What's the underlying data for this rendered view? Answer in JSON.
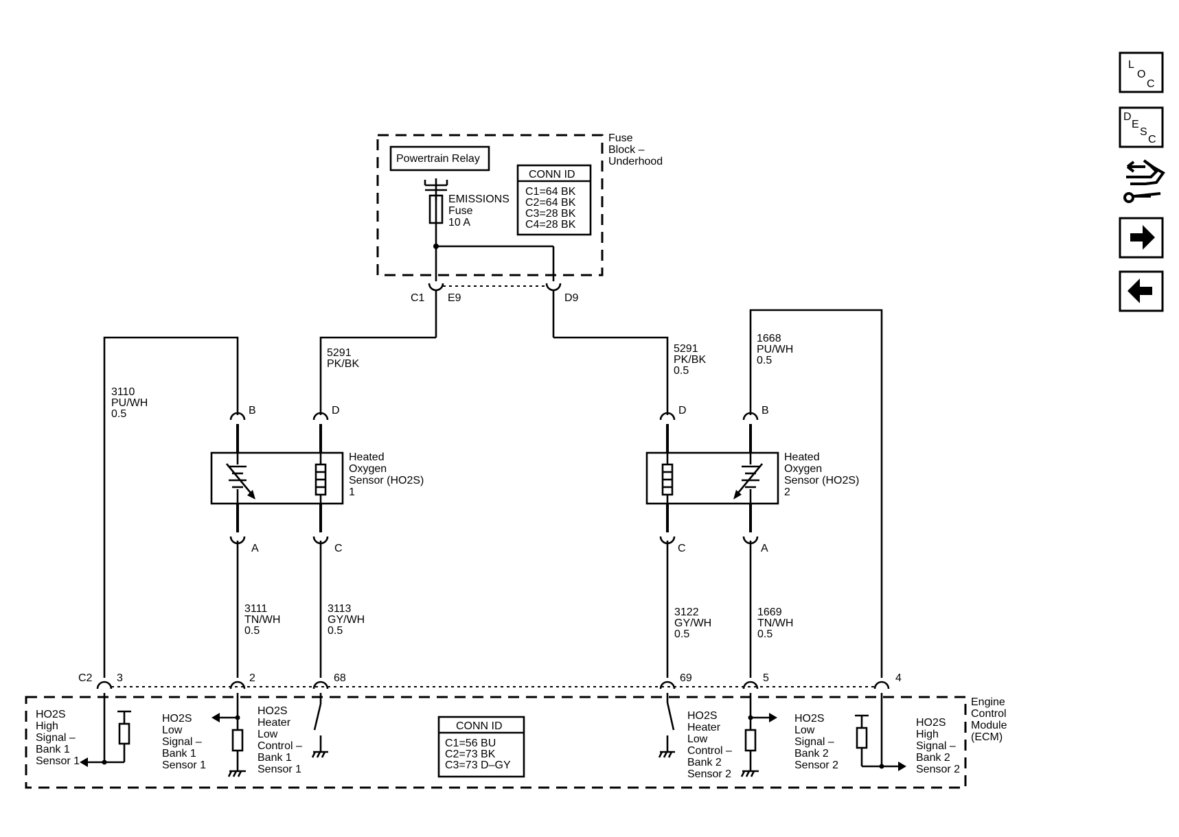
{
  "fuse_block": {
    "name": [
      "Fuse",
      "Block –",
      "Underhood"
    ],
    "relay": "Powertrain Relay",
    "fuse": [
      "EMISSIONS",
      "Fuse",
      "10 A"
    ],
    "conn_title": "CONN ID",
    "conn": [
      "C1=64 BK",
      "C2=64 BK",
      "C3=28 BK",
      "C4=28 BK"
    ],
    "c1": "C1",
    "e9": "E9",
    "d9": "D9"
  },
  "wires": {
    "w3110": [
      "3110",
      "PU/WH",
      "0.5"
    ],
    "w5291_left": [
      "5291",
      "PK/BK"
    ],
    "w5291_right": [
      "5291",
      "PK/BK",
      "0.5"
    ],
    "w1668": [
      "1668",
      "PU/WH",
      "0.5"
    ],
    "w3111": [
      "3111",
      "TN/WH",
      "0.5"
    ],
    "w3113": [
      "3113",
      "GY/WH",
      "0.5"
    ],
    "w3122": [
      "3122",
      "GY/WH",
      "0.5"
    ],
    "w1669": [
      "1669",
      "TN/WH",
      "0.5"
    ]
  },
  "sensor1": {
    "name": [
      "Heated",
      "Oxygen",
      "Sensor (HO2S)",
      "1"
    ],
    "pins": {
      "b": "B",
      "d": "D",
      "a": "A",
      "c": "C"
    }
  },
  "sensor2": {
    "name": [
      "Heated",
      "Oxygen",
      "Sensor (HO2S)",
      "2"
    ],
    "pins": {
      "d": "D",
      "b": "B",
      "c": "C",
      "a": "A"
    }
  },
  "ecm": {
    "name": [
      "Engine",
      "Control",
      "Module",
      "(ECM)"
    ],
    "connector": "C2",
    "pins": [
      "3",
      "2",
      "68",
      "69",
      "5",
      "4"
    ],
    "conn_title": "CONN ID",
    "conn": [
      "C1=56 BU",
      "C2=73 BK",
      "C3=73 D–GY"
    ],
    "labels": {
      "high_b1s1": [
        "HO2S",
        "High",
        "Signal –",
        "Bank 1",
        "Sensor 1"
      ],
      "low_b1s1": [
        "HO2S",
        "Low",
        "Signal –",
        "Bank 1",
        "Sensor 1"
      ],
      "heater_b1s1": [
        "HO2S",
        "Heater",
        "Low",
        "Control –",
        "Bank 1",
        "Sensor 1"
      ],
      "heater_b2s2": [
        "HO2S",
        "Heater",
        "Low",
        "Control –",
        "Bank 2",
        "Sensor 2"
      ],
      "low_b2s2": [
        "HO2S",
        "Low",
        "Signal –",
        "Bank 2",
        "Sensor 2"
      ],
      "high_b2s2": [
        "HO2S",
        "High",
        "Signal –",
        "Bank 2",
        "Sensor 2"
      ]
    }
  },
  "nav": {
    "loc": [
      "L",
      "O",
      "C"
    ],
    "desc": [
      "D",
      "E",
      "S",
      "C"
    ],
    "icons": [
      "loc-button",
      "desc-button",
      "connector-tool-icon",
      "next-arrow-icon",
      "back-arrow-icon"
    ]
  }
}
